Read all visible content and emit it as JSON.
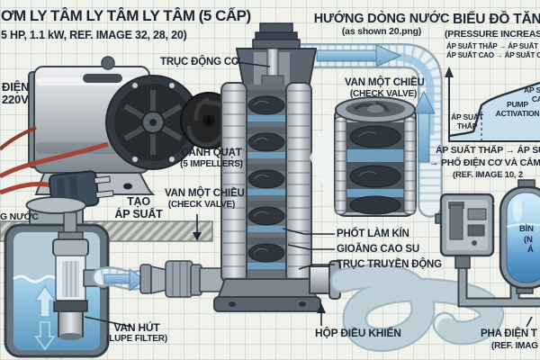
{
  "header": {
    "title": "ƠM LY TÂM LY TÂM LY TÂM (5 CẤP)",
    "subtitle": "5 HP, 1.1 kW, REF. IMAGE 32, 28, 20)"
  },
  "callouts": {
    "power_line1": "ĐIỆN",
    "power_line2": "220V",
    "motor_shaft": "TRỤC ĐỘNG CƠ",
    "flow_title": "HƯỚNG DÒNG NƯỚC",
    "flow_sub": "(as shown 20.png)",
    "check_valve_top_title": "VAN MỘT CHIỀU",
    "check_valve_top_sub": "(CHECK VALVE)",
    "impeller_title": "CÁNH QUẠT",
    "impeller_sub": "(5 IMPELLERS)",
    "check_valve_inlet_title": "VAN MỘT CHIỀU",
    "check_valve_inlet_sub": "(CHECK VALVE)",
    "pressure_make_line1": "TẠO",
    "pressure_make_line2": "ÁP SUẤT",
    "seal": "PHỐT LÀM KÍN",
    "gasket": "GIOĂNG CAO SU",
    "drive_shaft": "TRỤC TRUYỀN ĐỘNG",
    "control_box": "HỘP ĐIỀU KHIỂN",
    "suction_title": "VAN HÚT",
    "suction_sub": "(LUPE FILTER)",
    "water_source": "G NƯỚC",
    "tank_frag1": "BÌN",
    "tank_frag2": "(N",
    "tank_frag3": "Á",
    "bottom_right1": "PHA ĐIỆN T",
    "bottom_right2": "(REF. IMAG"
  },
  "chart": {
    "title": "BIỂU ĐỒ TĂNG ÁP",
    "subtitle": "(PRESSURE INCREASE D",
    "note1": "ÁP SUẤT THẤP → ÁP SUẤT TR",
    "note2": "ÁP SUẤT CAO → ÁP SUẤT CƯ",
    "label_low": "ÁP SUẤT THẤP",
    "label_pump": "PUMP ACTIVATION",
    "label_high": "ÁP SUẤT CAO",
    "footer1": "ÁP SUẤT THẤP → ÁP SUẤT T",
    "footer2": "→ PHỐ ĐIỆN CƠ VÀ CẢM BIẾN",
    "footer3": "(REF. IMAGE 10, 2"
  },
  "chart_data": {
    "type": "area",
    "title": "BIỂU ĐỒ TĂNG ÁP",
    "subtitle": "(PRESSURE INCREASE D",
    "x_pct": [
      0,
      22,
      27,
      36,
      42,
      57,
      78,
      100
    ],
    "y_rel": [
      0.1,
      0.13,
      0.16,
      0.55,
      0.61,
      0.66,
      0.74,
      0.86
    ],
    "stages": [
      "ÁP SUẤT THẤP",
      "PUMP ACTIVATION",
      "ÁP SUẤT CAO"
    ],
    "axis": {
      "y_arrow": true,
      "x_ticks": [],
      "y_ticks": []
    },
    "grid": false,
    "legend": false,
    "fill_color": "#c9dfee",
    "line_color": "#28323f"
  },
  "colors": {
    "text": "#1a2430",
    "paper": "#f0f1ea",
    "grid_line": "#9cc0c8",
    "flow_blue": "#7fb0d4",
    "water_blue": "#8fc2e0",
    "chart_fill": "#c9dfee",
    "cable_red": "#9c4436",
    "tank_blue": "#5596cb"
  }
}
